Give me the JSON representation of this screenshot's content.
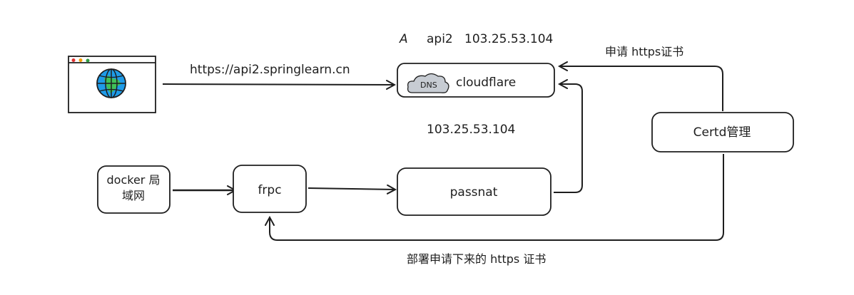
{
  "diagram": {
    "nodes": {
      "browser": {
        "label": "",
        "icon": "browser-window-globe-icon"
      },
      "cloudflare": {
        "label": "cloudflare",
        "badge": "DNS"
      },
      "docker": {
        "label_line1": "docker 局",
        "label_line2": "域网"
      },
      "frpc": {
        "label": "frpc"
      },
      "passnat": {
        "label": "passnat"
      },
      "certd": {
        "label": "Certd管理"
      }
    },
    "labels": {
      "dns_record": {
        "type": "A",
        "name": "api2",
        "ip": "103.25.53.104"
      },
      "https_url": "https://api2.springlearn.cn",
      "passnat_ip": "103.25.53.104",
      "apply_cert": "申请 https证书",
      "deploy_cert": "部署申请下来的 https 证书"
    },
    "colors": {
      "stroke": "#1e1e1e",
      "cloud_fill": "#c7ccd3",
      "globe_blue": "#1e9be8",
      "globe_green": "#40c057",
      "dot_red": "#e03131",
      "dot_orange": "#f59f00",
      "dot_green": "#2f9e44"
    }
  }
}
